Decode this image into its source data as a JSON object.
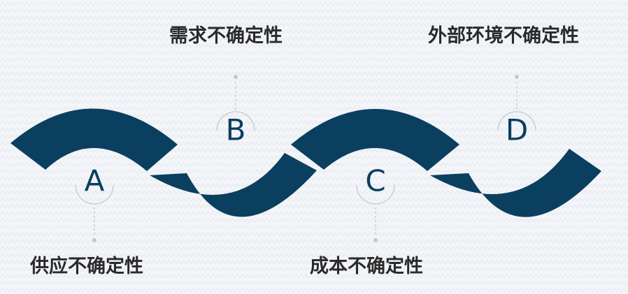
{
  "colors": {
    "background": "#f3f5f8",
    "pattern": "#e3e8ee",
    "wave": "#0b3f5f",
    "connector": "#c4c8cc",
    "title": "#2a2a2a"
  },
  "items": [
    {
      "letter": "A",
      "title": "供应不确定性"
    },
    {
      "letter": "B",
      "title": "需求不确定性"
    },
    {
      "letter": "C",
      "title": "成本不确定性"
    },
    {
      "letter": "D",
      "title": "外部环境不确定性"
    }
  ]
}
